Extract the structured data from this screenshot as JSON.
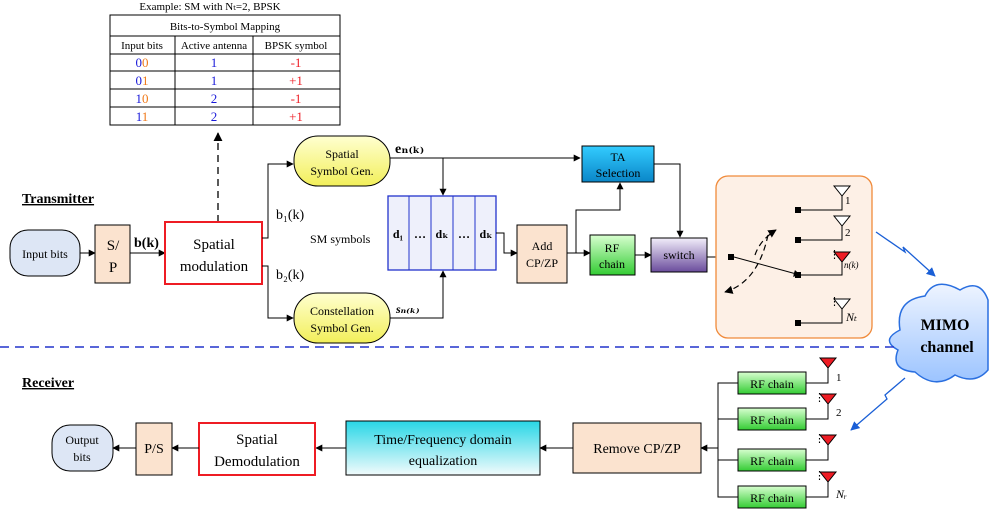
{
  "example": {
    "caption": "Example: SM with Nₜ=2,  BPSK",
    "table_title": "Bits-to-Symbol Mapping",
    "headers": [
      "Input bits",
      "Active antenna",
      "BPSK symbol"
    ],
    "rows": [
      {
        "bit1": "0",
        "bit2": "0",
        "antenna": "1",
        "symbol": "-1"
      },
      {
        "bit1": "0",
        "bit2": "1",
        "antenna": "1",
        "symbol": "+1"
      },
      {
        "bit1": "1",
        "bit2": "0",
        "antenna": "2",
        "symbol": "-1"
      },
      {
        "bit1": "1",
        "bit2": "1",
        "antenna": "2",
        "symbol": "+1"
      }
    ]
  },
  "transmitter": {
    "section_label": "Transmitter",
    "input_bits": "Input bits",
    "sp_line1": "S/",
    "sp_line2": "P",
    "b_k": "b(k)",
    "spatial_mod_line1": "Spatial",
    "spatial_mod_line2": "modulation",
    "b1_k": "b₁(k)",
    "b2_k": "b₂(k)",
    "spatial_symbol_line1": "Spatial",
    "spatial_symbol_line2": "Symbol Gen.",
    "constellation_line1": "Constellation",
    "constellation_line2": "Symbol Gen.",
    "e_n": "eₙ₍ₖ₎",
    "s_n": "sₙ₍ₖ₎",
    "sm_symbols": "SM symbols",
    "d_cells": [
      "d₁",
      "…",
      "dₖ",
      "…",
      "dₖ"
    ],
    "add_cp_line1": "Add",
    "add_cp_line2": "CP/ZP",
    "rf_line1": "RF",
    "rf_line2": "chain",
    "ta_line1": "TA",
    "ta_line2": "Selection",
    "switch": "switch",
    "ant_labels": [
      "1",
      "2",
      "n(k)",
      "Nₜ"
    ]
  },
  "channel": {
    "line1": "MIMO",
    "line2": "channel"
  },
  "receiver": {
    "section_label": "Receiver",
    "rf_chain": "RF chain",
    "ant_labels": [
      "1",
      "2",
      "Nᵣ"
    ],
    "remove_cp": "Remove CP/ZP",
    "eq_line1": "Time/Frequency domain",
    "eq_line2": "equalization",
    "demod_line1": "Spatial",
    "demod_line2": "Demodulation",
    "ps": "P/S",
    "output_line1": "Output",
    "output_line2": "bits"
  },
  "colors": {
    "red_box": "#ee1c24",
    "blue_text": "#1a1ad9",
    "red_text": "#ee1c24",
    "orange_text": "#f07a1a",
    "divider": "#2233cc",
    "arrow_blue": "#1a5fd6"
  }
}
